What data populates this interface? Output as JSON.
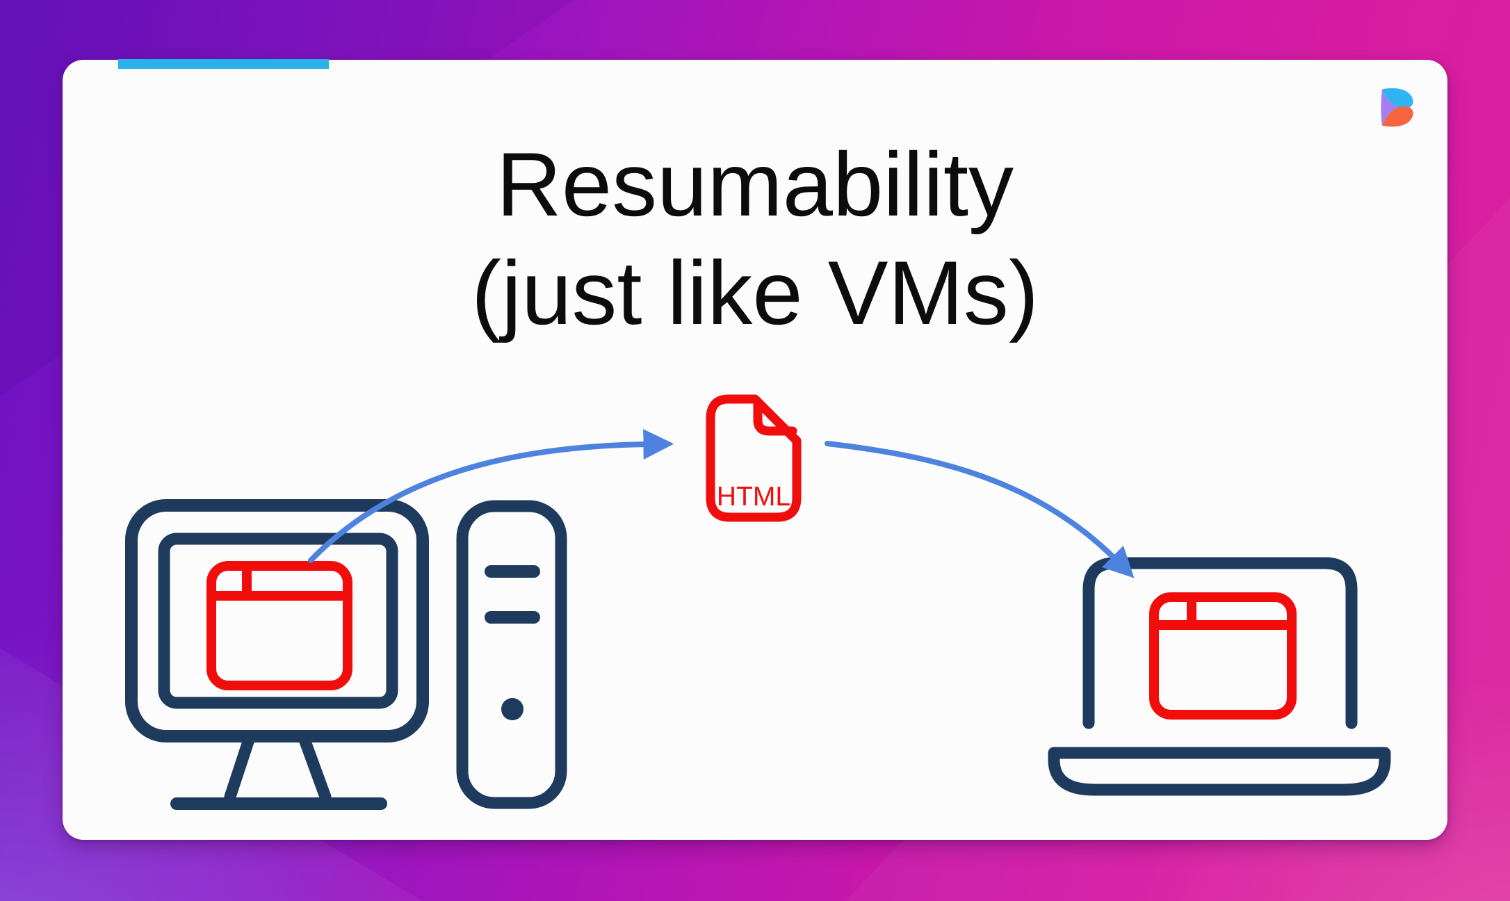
{
  "slide": {
    "title_line1": "Resumability",
    "title_line2": "(just like VMs)",
    "file_label": "HTML"
  },
  "icons": {
    "logo": "builder-logo-icon",
    "left": "desktop-computer-icon",
    "center": "html-file-icon",
    "right": "laptop-icon",
    "screen_overlay": "browser-window-icon",
    "arrows": [
      "arrow-desktop-to-html",
      "arrow-html-to-laptop"
    ]
  },
  "colors": {
    "background_purple": "#6a13c3",
    "background_magenta": "#c817ab",
    "background_pink": "#da239f",
    "card": "#fcfcfd",
    "accent_cyan": "#29b1e9",
    "outline_navy": "#1e3a5c",
    "browser_red": "#f20d0d",
    "arrow_blue": "#4d82de",
    "title_black": "#0c0c0c",
    "logo_blue": "#30b4f2",
    "logo_purple": "#a57ff0",
    "logo_orange": "#f76440"
  }
}
